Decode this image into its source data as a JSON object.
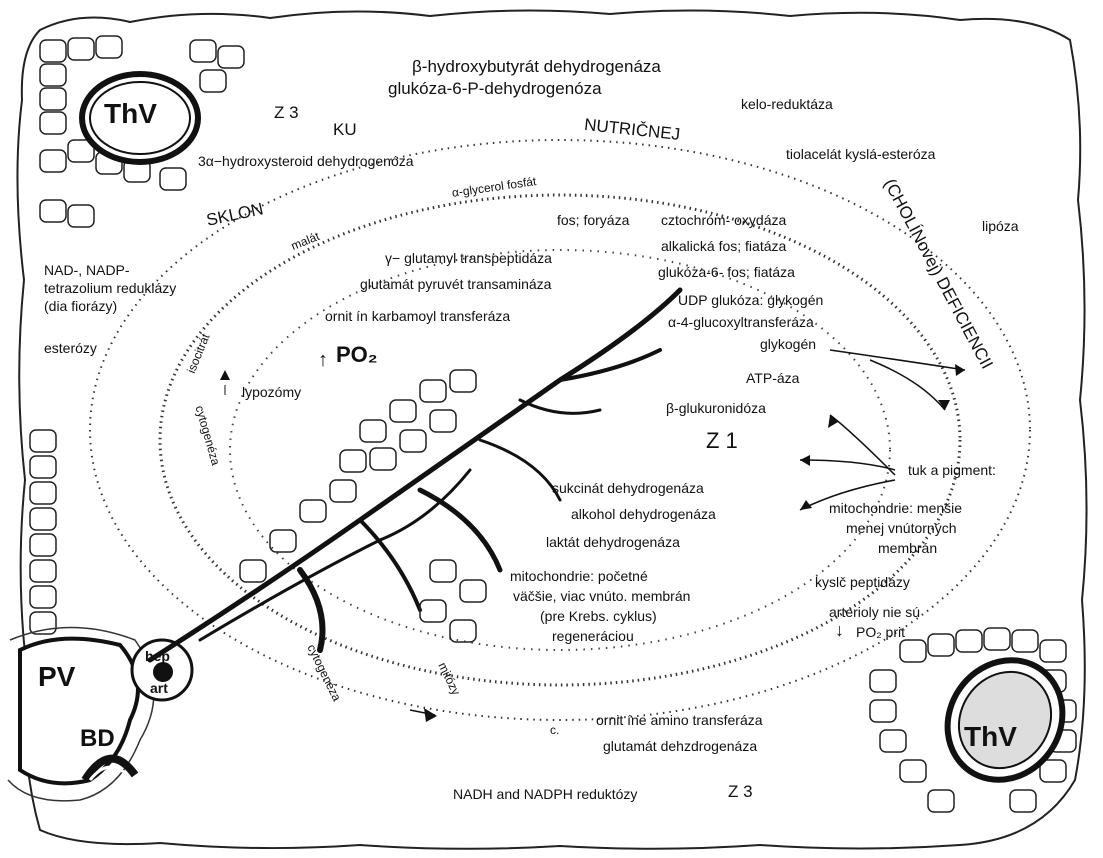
{
  "title_lines": [
    "β-hydroxybutyrát dehydrogenáza",
    "glukóza-6-P-dehydrogenóza"
  ],
  "zones": {
    "z3_top": "Z 3",
    "z1": "Z 1",
    "z3_bottom": "Z 3"
  },
  "arc_words": {
    "sklon": "SKLON",
    "ku": "KU",
    "nutricnej": "NUTRIČNEJ",
    "cholinovej": "(CHOLÍNovej) DEFICIENCII"
  },
  "vessels": {
    "thv_top": "ThV",
    "thv_bottom": "ThV",
    "pv": "PV",
    "bd": "BD",
    "hep": "hep",
    "art": "art"
  },
  "labels": {
    "kelo": "kelo-reduktáza",
    "tiolacelat": "tiolacelát kyslá-esteróza",
    "lipoza": "lipóza",
    "hydroxysteroid": "3α−hydroxysteroid dehydrogenóza",
    "glycerol": "α-glycerol fosfát",
    "fos_foryaza": "fos; foryáza",
    "malat": "malát",
    "gamma": "γ− glutamyl transpeptidáza",
    "glutamat_pyruvet": "glutamát pyruvét transamináza",
    "ornit_karbamoyl": "ornit ín karbamoyl transferáza",
    "nad_line1": "NAD-, NADP-",
    "nad_line2": "tetrazolium reduklázy",
    "nad_line3": "(dia fiorázy)",
    "esterozy": "esterózy",
    "po2": "PO₂",
    "po2_arrow": "↑",
    "lypozomy": "lypozómy",
    "isocitrat": "isocitrát",
    "cytogeneza_left": "cytogenéza",
    "cytochrom": "cztochróm- oxydáza",
    "alkalicka": "alkalická fos; fiatáza",
    "glukoza6fos": "glukóza-6- fos; fiatáza",
    "udp": "UDP glukóza: glykogén",
    "alpha4": "α-4-glucoxyltransferáza",
    "glykogen": "glykogén",
    "atp": "ATP-áza",
    "bglukuronidoza": "β-glukuronidóza",
    "tuk": "tuk a pigment:",
    "sukcinat": "sukcinát dehydrogenáza",
    "alkohol": "alkohol dehydrogenáza",
    "laktat": "laktát dehydrogenáza",
    "mito_left_1": "mitochondrie: početné",
    "mito_left_2": "väčšie, viac vnúto. membrán",
    "mito_left_3": "(pre Krebs. cyklus)",
    "mito_left_4": "regeneráciou",
    "mito_right_1": "mitochondrie: menšie",
    "mito_right_2": "menej vnútorných",
    "mito_right_3": "membrán",
    "kyslc": "kyslč peptidázy",
    "arterioly": "arterioly nie sú",
    "po2_prit_arrow": "↓",
    "po2_prit": "PO₂ prit",
    "cytogeneza_bottom": "cytogenéza",
    "mitozy": "mitózy",
    "c_letter": "c.",
    "ornit_amino": "ornit íne amino transferáza",
    "glutamat_dehz": "glutamát dehzdrogenáza",
    "nadh": "NADH and NADPH reduktózy"
  }
}
